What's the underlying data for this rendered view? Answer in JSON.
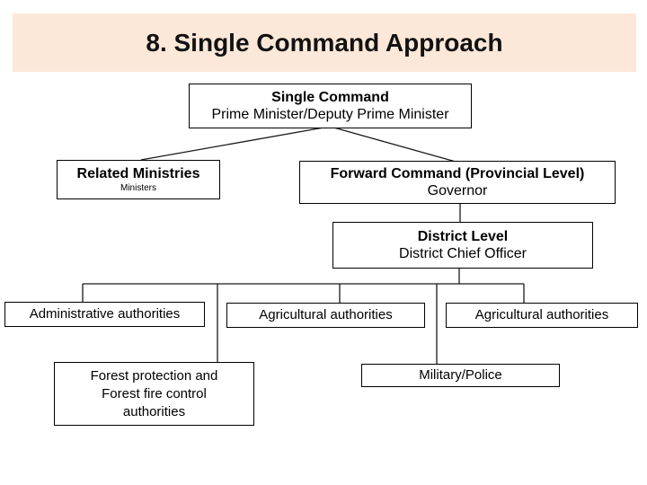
{
  "slide": {
    "title": "8. Single Command Approach"
  },
  "nodes": {
    "single_command": {
      "line1": "Single Command",
      "line2": "Prime Minister/Deputy Prime Minister"
    },
    "related_ministries": {
      "line1": "Related Ministries",
      "line2": "Ministers"
    },
    "forward_command": {
      "line1": "Forward Command (Provincial Level)",
      "line2": "Governor"
    },
    "district_level": {
      "line1": "District Level",
      "line2": "District Chief Officer"
    },
    "administrative": {
      "line1": "Administrative authorities"
    },
    "agricultural_mid": {
      "line1": "Agricultural authorities"
    },
    "agricultural_right": {
      "line1": "Agricultural authorities"
    },
    "forest_protection": {
      "lines": [
        "Forest protection and",
        "Forest fire control",
        "authorities"
      ]
    },
    "military_police": {
      "line1": "Military/Police"
    }
  },
  "edges": [
    {
      "from": "single_command",
      "to": "related_ministries"
    },
    {
      "from": "single_command",
      "to": "forward_command"
    },
    {
      "from": "forward_command",
      "to": "district_level"
    },
    {
      "from": "district_level",
      "to": "administrative"
    },
    {
      "from": "district_level",
      "to": "agricultural_mid"
    },
    {
      "from": "district_level",
      "to": "agricultural_right"
    },
    {
      "from": "district_level",
      "to": "forest_protection"
    },
    {
      "from": "district_level",
      "to": "military_police"
    }
  ],
  "colors": {
    "title_background": "#fbe8d9",
    "box_background": "#ffffff",
    "box_border": "#000000",
    "connector": "#1a1a1a",
    "text": "#000000",
    "page_background": "#ffffff"
  }
}
